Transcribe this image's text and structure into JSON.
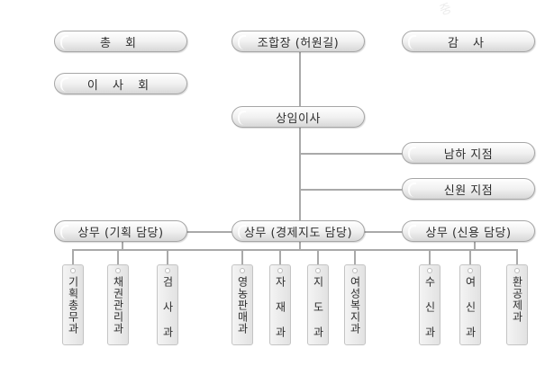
{
  "watermark": "중",
  "top": {
    "general_assembly": "총 회",
    "president": "조합장 (허원길)",
    "auditor": "감 사",
    "board": "이 사 회",
    "standing_director": "상임이사"
  },
  "branches": {
    "namha": "남하 지점",
    "sinwon": "신원 지점"
  },
  "executives": {
    "planning": "상무 (기획 담당)",
    "economic": "상무 (경제지도 담당)",
    "credit": "상무 (신용 담당)"
  },
  "departments": [
    {
      "label": "기획총무과"
    },
    {
      "label": "채권관리과"
    },
    {
      "label": "검 사 과"
    },
    {
      "label": "영농판매과"
    },
    {
      "label": "자 재 과"
    },
    {
      "label": "지 도 과"
    },
    {
      "label": "여성복지과"
    },
    {
      "label": "수 신 과"
    },
    {
      "label": "여 신 과"
    },
    {
      "label": "환공제과"
    }
  ]
}
